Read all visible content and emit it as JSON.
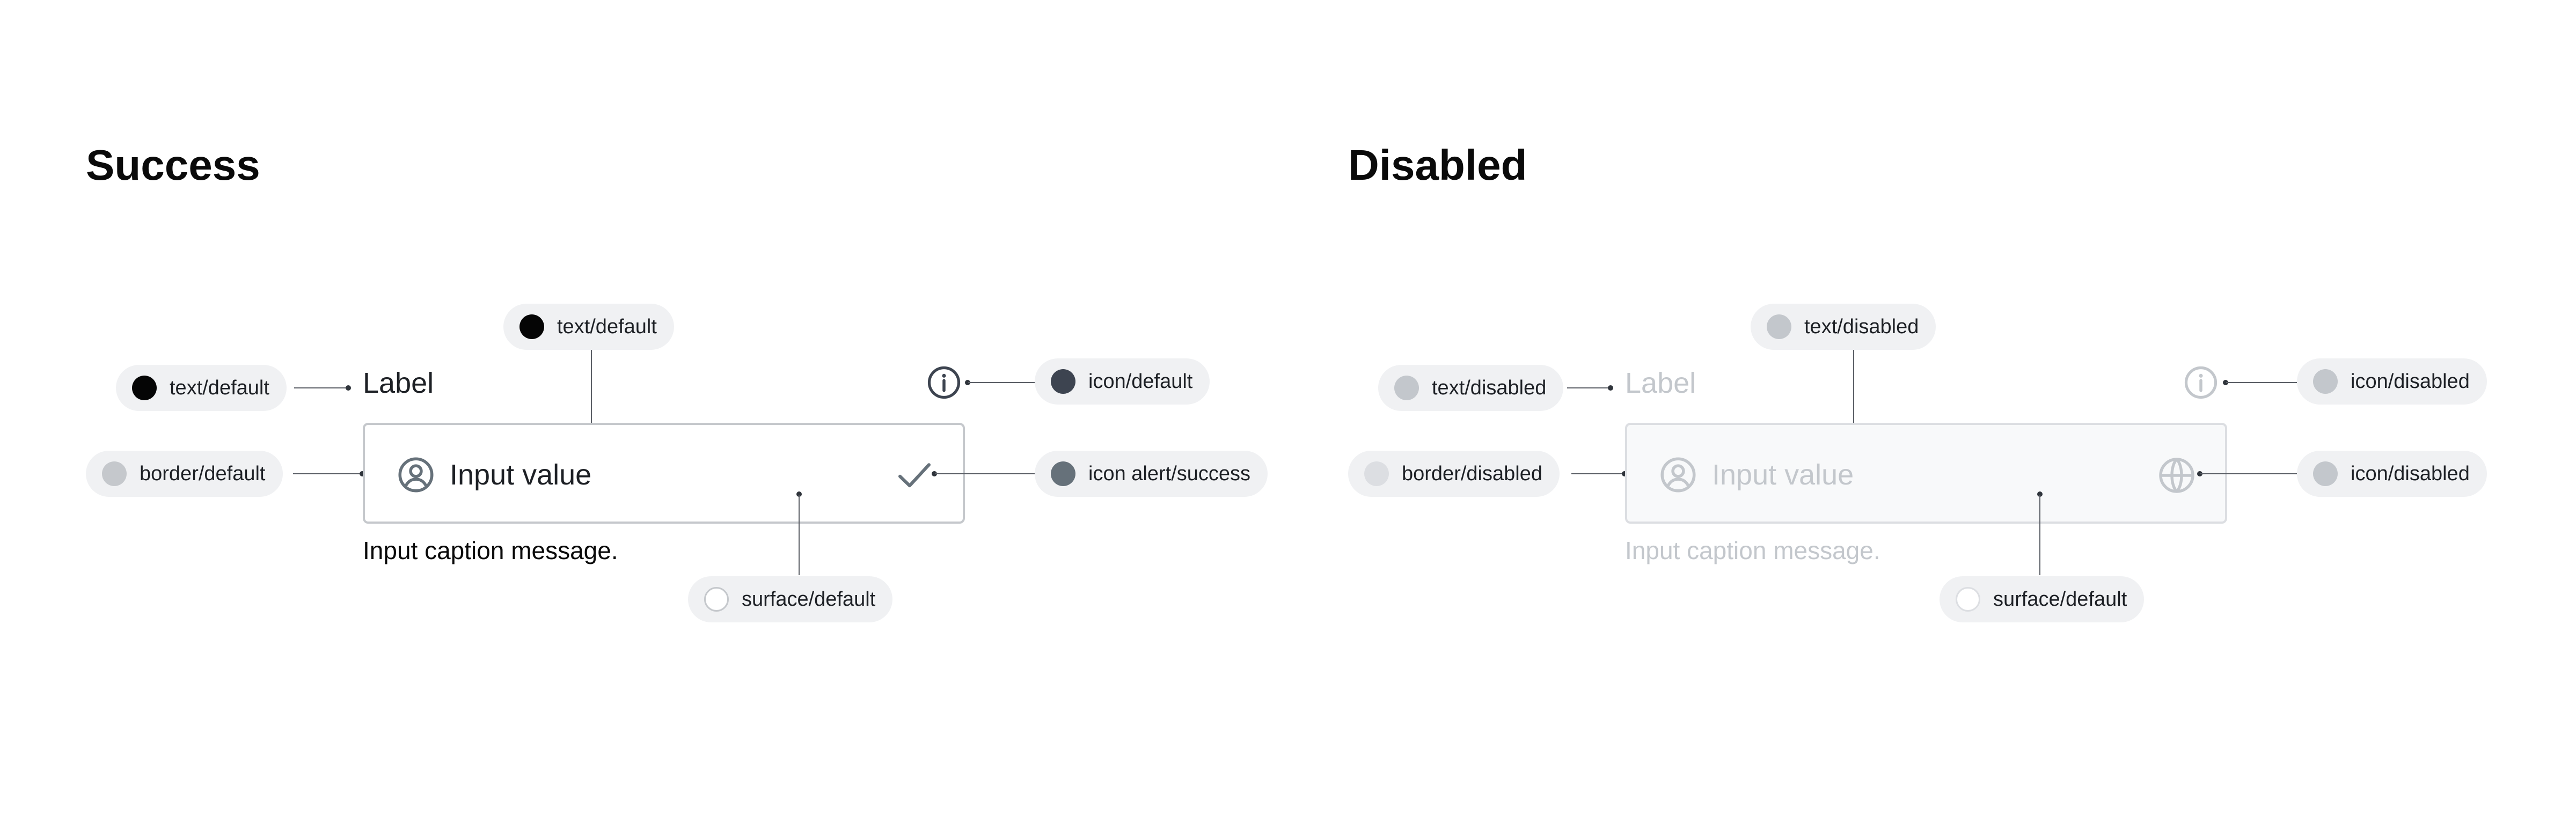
{
  "success": {
    "heading": "Success",
    "label": "Label",
    "input_value": "Input value",
    "caption": "Input caption message.",
    "annotations": {
      "label_text": "text/default",
      "value_text": "text/default",
      "border": "border/default",
      "surface": "surface/default",
      "info_icon": "icon/default",
      "trailing_icon": "icon alert/success"
    },
    "colors": {
      "text": "#0a0a0a",
      "label_text": "#1d2025",
      "border": "#c5c8cc",
      "surface": "#ffffff",
      "icon_default": "#3d4450",
      "icon_success": "#66717a",
      "swatch_text": "#050505",
      "swatch_border": "#c5c8cc",
      "swatch_icon": "#3d4450",
      "swatch_success": "#66717a"
    },
    "icons": {
      "leading": "user-circle-icon",
      "info": "info-circle-icon",
      "trailing": "checkmark-icon"
    }
  },
  "disabled": {
    "heading": "Disabled",
    "label": "Label",
    "input_value": "Input value",
    "caption": "Input caption message.",
    "annotations": {
      "label_text": "text/disabled",
      "value_text": "text/disabled",
      "border": "border/disabled",
      "surface": "surface/default",
      "info_icon": "icon/disabled",
      "trailing_icon": "icon/disabled"
    },
    "colors": {
      "text": "#c3c7cc",
      "border": "#dcdee2",
      "surface": "#f8f9fa",
      "icon": "#c3c7cc",
      "swatch_text": "#c3c7cc",
      "swatch_border": "#dcdee2",
      "swatch_icon": "#c3c7cc"
    },
    "icons": {
      "leading": "user-circle-icon",
      "info": "info-circle-icon",
      "trailing": "globe-icon"
    }
  }
}
